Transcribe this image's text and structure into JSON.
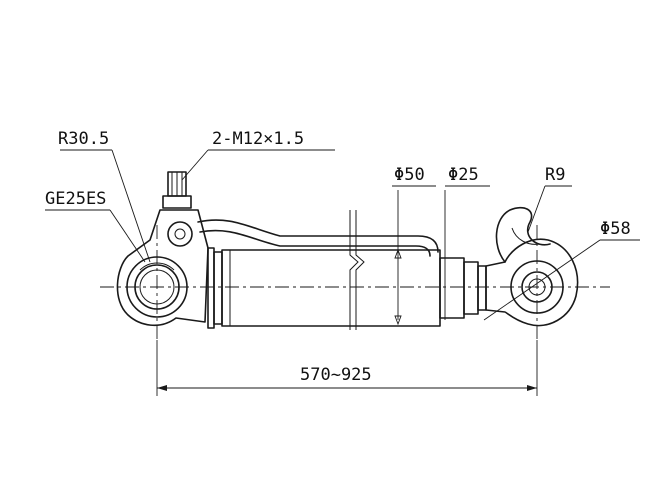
{
  "labels": {
    "radius_eye": "R30.5",
    "bearing": "GE25ES",
    "port_thread": "2-M12×1.5",
    "rod_dia": "Φ50",
    "bore_dia": "Φ25",
    "hook_radius": "R9",
    "eye_dia": "Φ58",
    "length": "570~925"
  }
}
